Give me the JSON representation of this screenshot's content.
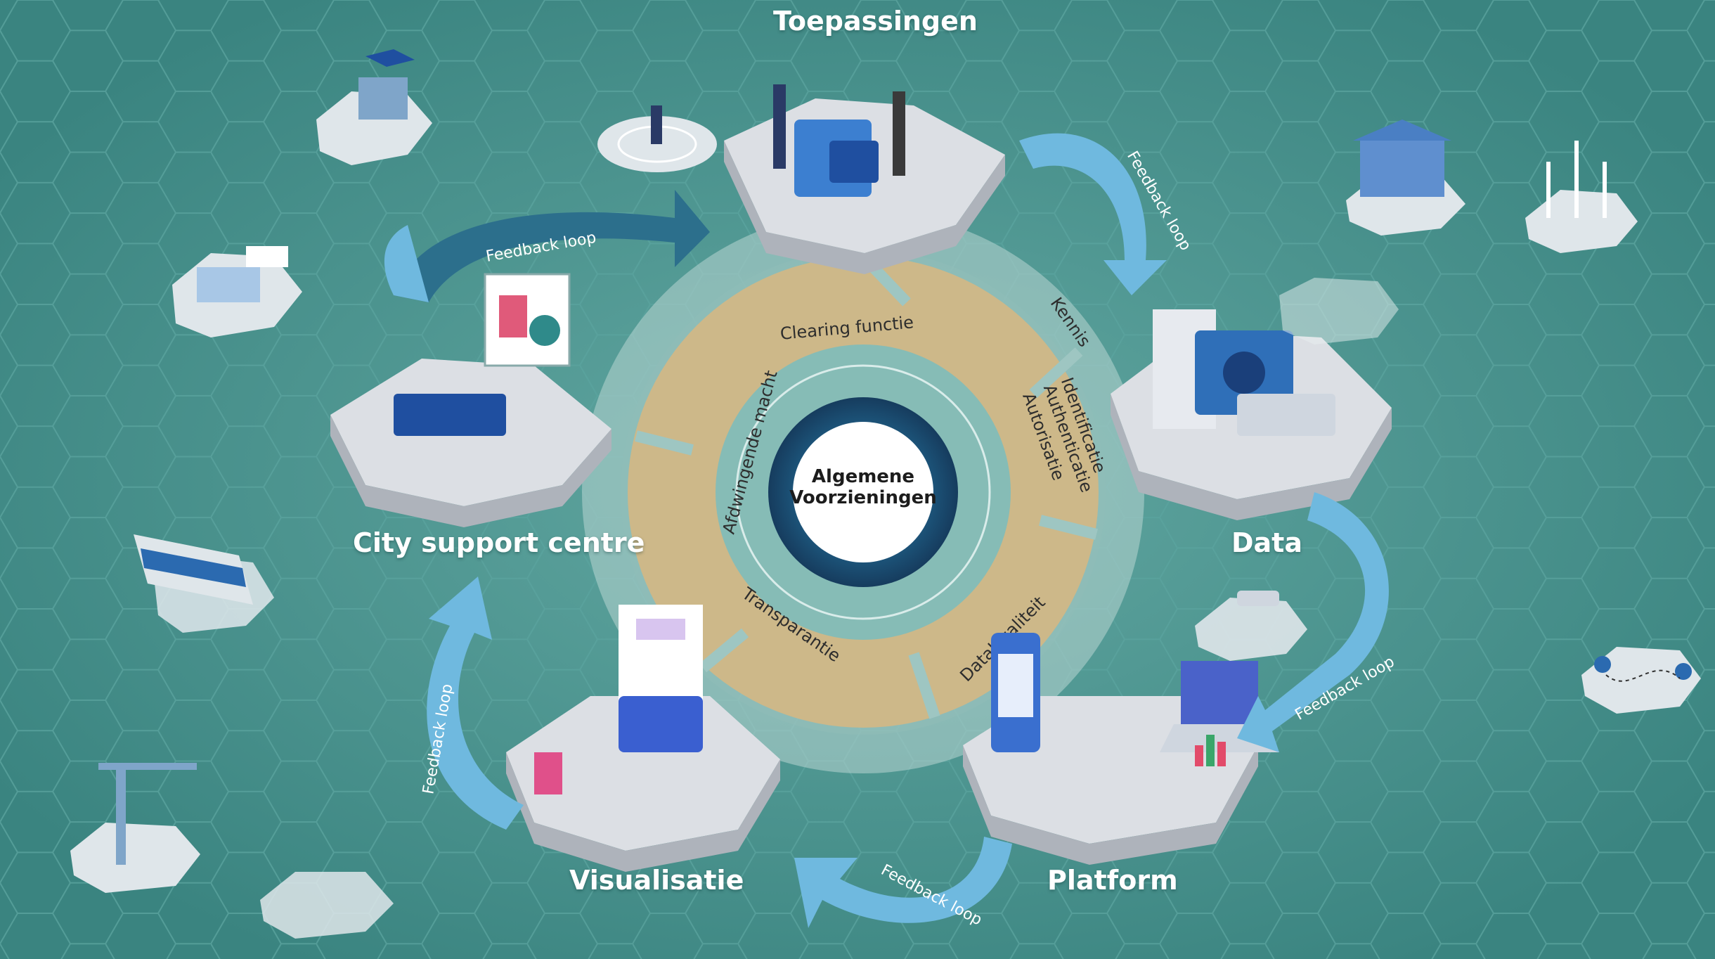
{
  "hubs": {
    "toepassingen": "Toepassingen",
    "city_support_centre": "City support centre",
    "data": "Data",
    "visualisatie": "Visualisatie",
    "platform": "Platform"
  },
  "feedback_loop": "Feedback loop",
  "ring_segments": {
    "clearing_functie": "Clearing functie",
    "kennis": "Kennis",
    "identificatie": "Identificatie",
    "authenticatie": "Authenticatie",
    "autorisatie": "Autorisatie",
    "afdwingende_macht": "Afdwingende macht",
    "transparantie": "Transparantie",
    "datakwaliteit": "Datakwaliteit"
  },
  "center": {
    "line1": "Algemene",
    "line2": "Voorzieningen"
  },
  "colors": {
    "background": "#3f8a86",
    "hex_grid": "#5aa39e",
    "arrow_light": "#6fb9df",
    "arrow_dark": "#2c6f8c",
    "ring_gold": "#cdb889",
    "ring_outer": "#b8d6d2",
    "tile_top": "#dcdfe4",
    "tile_side": "#aeb3bb"
  }
}
